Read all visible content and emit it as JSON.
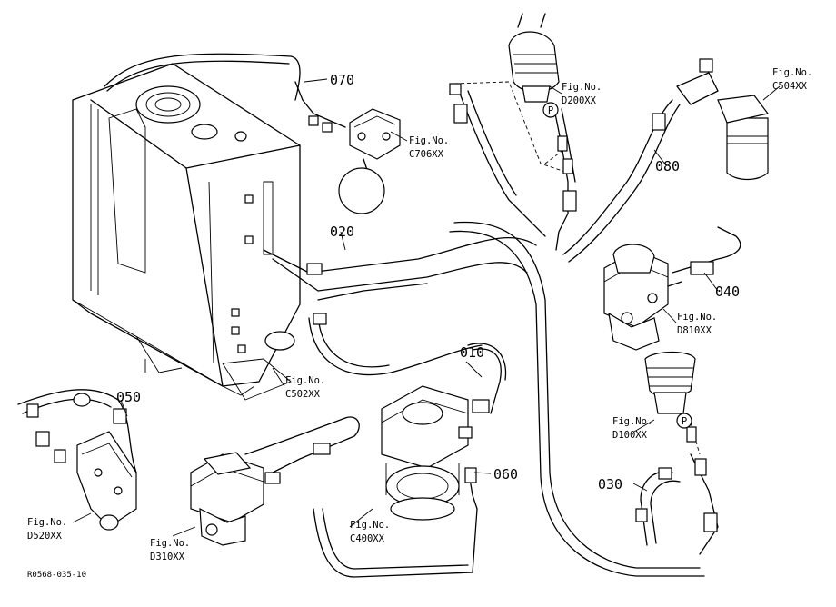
{
  "parts": [
    {
      "id": "p070",
      "label": "070"
    },
    {
      "id": "p020",
      "label": "020"
    },
    {
      "id": "p080",
      "label": "080"
    },
    {
      "id": "p040",
      "label": "040"
    },
    {
      "id": "p010",
      "label": "010"
    },
    {
      "id": "p050",
      "label": "050"
    },
    {
      "id": "p060",
      "label": "060"
    },
    {
      "id": "p030",
      "label": "030"
    }
  ],
  "figures": [
    {
      "id": "c706",
      "prefix": "Fig.No.",
      "code": "C706XX"
    },
    {
      "id": "d200",
      "prefix": "Fig.No.",
      "code": "D200XX"
    },
    {
      "id": "c504",
      "prefix": "Fig.No.",
      "code": "C504XX"
    },
    {
      "id": "d810",
      "prefix": "Fig.No.",
      "code": "D810XX"
    },
    {
      "id": "c502",
      "prefix": "Fig.No.",
      "code": "C502XX"
    },
    {
      "id": "d100",
      "prefix": "Fig.No.",
      "code": "D100XX"
    },
    {
      "id": "d520",
      "prefix": "Fig.No.",
      "code": "D520XX"
    },
    {
      "id": "d310",
      "prefix": "Fig.No.",
      "code": "D310XX"
    },
    {
      "id": "c400",
      "prefix": "Fig.No.",
      "code": "C400XX"
    }
  ],
  "markers": [
    {
      "id": "pilot1",
      "label": "P"
    },
    {
      "id": "pilot2",
      "label": "P"
    }
  ],
  "drawing_code": "R0568-035-10"
}
